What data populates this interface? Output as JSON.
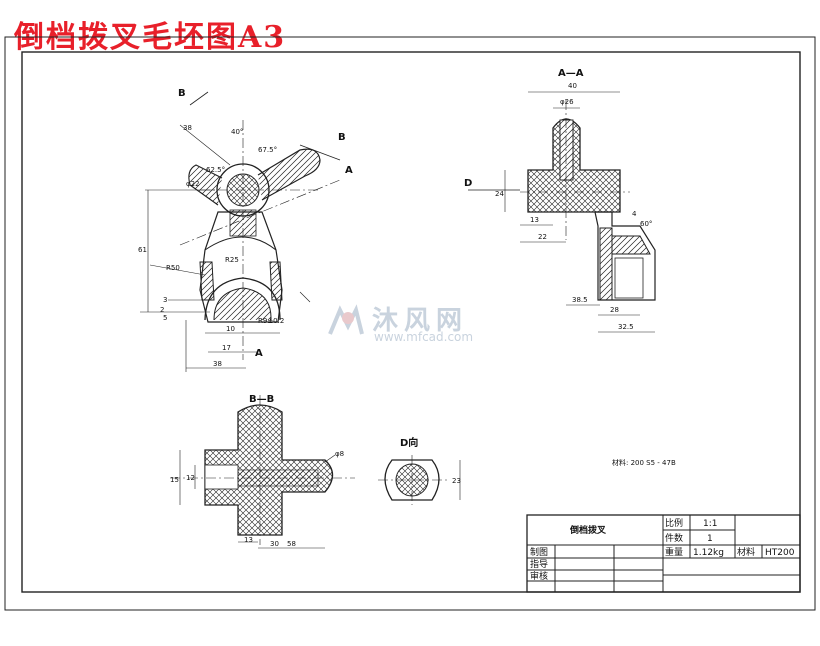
{
  "title": "倒档拨叉毛坯图A3",
  "watermark": {
    "brand": "沐风网",
    "url": "www.mfcad.com"
  },
  "section_labels": {
    "aa": "A—A",
    "bb": "B—B",
    "d_view": "D向",
    "b_top": "B",
    "b_right": "B",
    "a_right": "A",
    "a_bottom": "A",
    "d_left": "D"
  },
  "dimensions": {
    "main": [
      "40°",
      "67.5°",
      "62.5°",
      "φ22",
      "38",
      "R50",
      "R25",
      "61",
      "3",
      "2",
      "5",
      "10",
      "17",
      "38",
      "R9±0.2"
    ],
    "aa": [
      "40",
      "φ26",
      "24",
      "13",
      "22",
      "4",
      "60°",
      "38.5",
      "28",
      "32.5"
    ],
    "bb": [
      "15",
      "12",
      "13",
      "30",
      "58",
      "φ8"
    ],
    "d_view": [
      "23"
    ]
  },
  "material_note": "材料: 200 S5 - 47B",
  "title_block": {
    "part_name": "倒档拨叉",
    "scale_label": "比例",
    "scale_value": "1:1",
    "qty_label": "件数",
    "qty_value": "1",
    "weight_label": "重量",
    "weight_value": "1.12kg",
    "material_label": "材料",
    "material_value": "HT200",
    "drawn_label": "制图",
    "guide_label": "指导",
    "review_label": "审核"
  }
}
